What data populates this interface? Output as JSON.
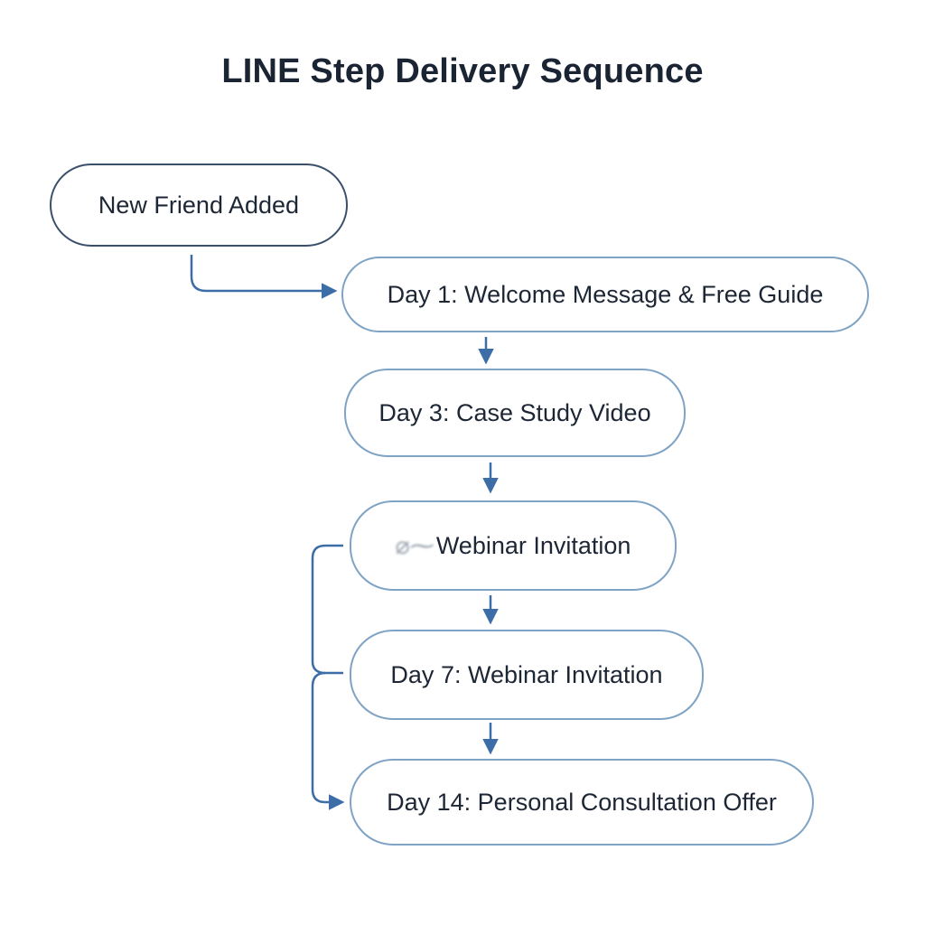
{
  "title": "LINE Step Delivery Sequence",
  "nodes": {
    "start": "New Friend Added",
    "day1": "Day 1: Welcome Message & Free Guide",
    "day3": "Day 3: Case Study Video",
    "webinar_partial": "Webinar Invitation",
    "day7": "Day 7: Webinar Invitation",
    "day14": "Day 14: Personal Consultation Offer"
  },
  "colors": {
    "connector": "#3d6da6",
    "node_border_dark": "#3a4f6a",
    "node_border_light": "#7fa3c4",
    "text": "#1d2635"
  }
}
